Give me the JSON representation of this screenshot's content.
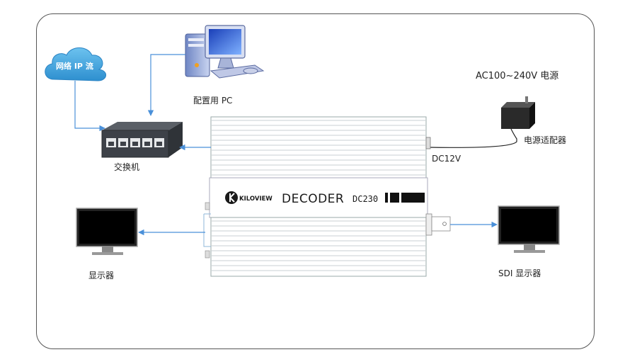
{
  "labels": {
    "cloud": "网络 IP 流",
    "pc": "配置用 PC",
    "switch": "交换机",
    "display_left": "显示器",
    "sdi_display": "SDI 显示器",
    "power_source": "AC100~240V 电源",
    "adapter": "电源适配器",
    "dc_input": "DC12V"
  },
  "device": {
    "brand": "KILOVIEW",
    "type": "DECODER",
    "model": "DC230"
  },
  "colors": {
    "arrow": "#4a90d9",
    "cloud": "#3fa3dd",
    "frame": "#555555"
  }
}
